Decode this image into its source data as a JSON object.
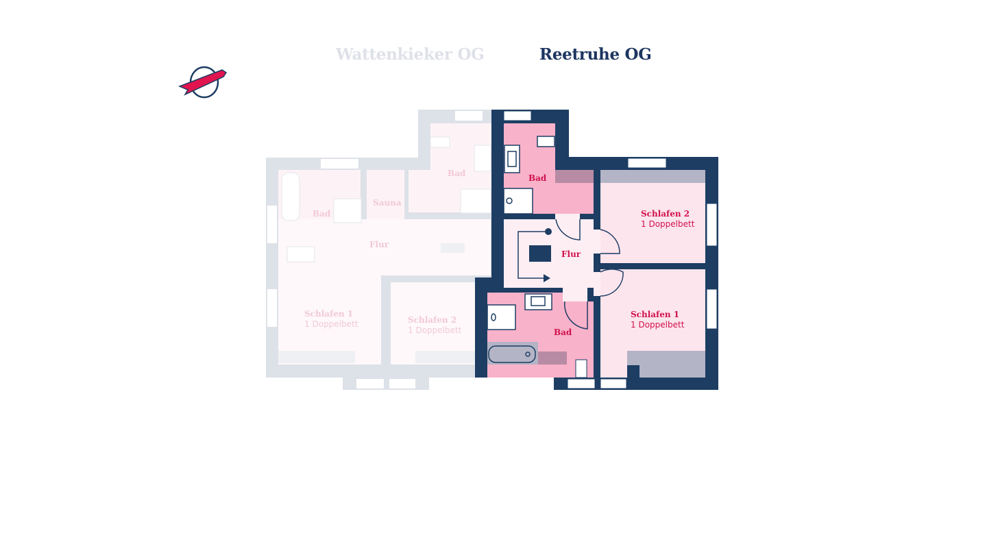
{
  "tabs": [
    {
      "label": "Wattenkieker OG",
      "active": false
    },
    {
      "label": "Reetruhe OG",
      "active": true
    }
  ],
  "colors": {
    "navy": "#1d3d63",
    "pink": "#f8b2ca",
    "light_pink": "#fde5ed",
    "accent": "#d0104c",
    "inactive": "#dfe1e8"
  },
  "plan_left": {
    "rooms": [
      {
        "name": "Bad"
      },
      {
        "name": "Sauna"
      },
      {
        "name": "Bad"
      },
      {
        "name": "Flur"
      },
      {
        "name": "Schlafen 1",
        "beds": "1 Doppelbett"
      },
      {
        "name": "Schlafen 2",
        "beds": "1 Doppelbett"
      }
    ]
  },
  "plan_right": {
    "rooms": [
      {
        "name": "Bad"
      },
      {
        "name": "Schlafen 2",
        "beds": "1 Doppelbett"
      },
      {
        "name": "Flur"
      },
      {
        "name": "Schlafen 1",
        "beds": "1 Doppelbett"
      },
      {
        "name": "Bad"
      }
    ]
  }
}
